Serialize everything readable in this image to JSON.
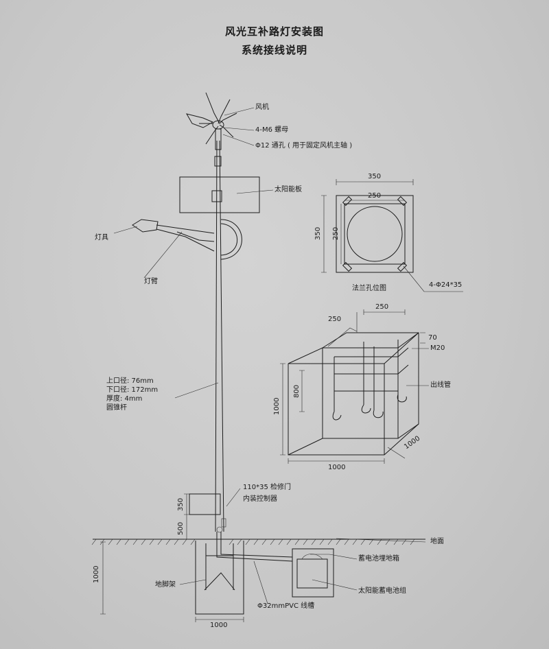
{
  "title": "风光互补路灯安装图",
  "subtitle": "系统接线说明",
  "labels": {
    "wind_turbine": "风机",
    "nut": "4-M6 螺母",
    "through_hole": "Φ12 通孔 ( 用于固定风机主轴 )",
    "solar_panel": "太阳能板",
    "lamp": "灯具",
    "lamp_arm": "灯臂",
    "pole_top": "上口径: 76mm",
    "pole_bottom": "下口径: 172mm",
    "pole_thickness": "厚度: 4mm",
    "pole_type": "圆锥杆",
    "door": "110*35 检修门",
    "controller": "内装控制器",
    "ground": "地面",
    "battery_box": "蓄电池埋地箱",
    "battery": "太阳能蓄电池组",
    "foundation": "地脚架",
    "conduit": "Φ32mmPVC 线槽",
    "flange": "法兰孔位图",
    "flange_holes": "4-Φ24*35",
    "outlet_pipe": "出线管",
    "bolt": "M20"
  },
  "dims": {
    "flange_outer": "350",
    "flange_inner": "250",
    "flange_side_outer": "350",
    "flange_side_inner": "250",
    "cage_left": "250",
    "cage_right": "250",
    "cage_top": "70",
    "cage_height": "800",
    "box_height": "1000",
    "box_width": "1000",
    "box_depth": "1000",
    "door_350": "350",
    "door_500": "500",
    "pit_depth": "1000",
    "pit_width": "1000"
  }
}
